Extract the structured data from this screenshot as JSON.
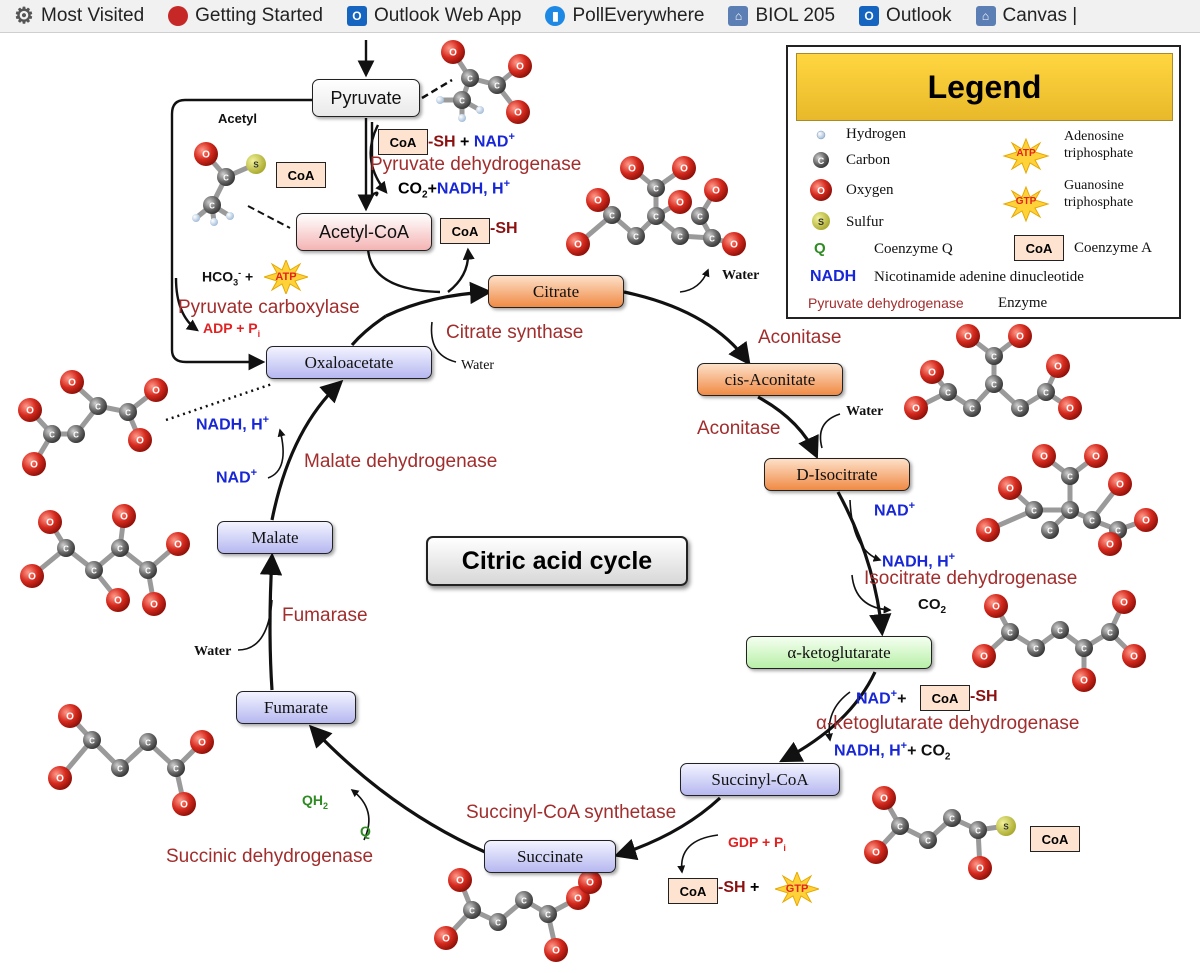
{
  "bookmarks": [
    {
      "label": "Most Visited",
      "icon": "gear-icon"
    },
    {
      "label": "Getting Started",
      "icon": "firefox-icon"
    },
    {
      "label": "Outlook Web App",
      "icon": "outlook-icon"
    },
    {
      "label": "PollEverywhere",
      "icon": "polleverywhere-icon"
    },
    {
      "label": "BIOL 205",
      "icon": "institution-icon"
    },
    {
      "label": "Outlook",
      "icon": "outlook-icon"
    },
    {
      "label": "Canvas |",
      "icon": "institution-icon"
    }
  ],
  "diagram": {
    "title": "Citric acid cycle",
    "intermediates": {
      "pyruvate": "Pyruvate",
      "acetyl_coa": "Acetyl-CoA",
      "citrate": "Citrate",
      "cis_aconitate": "cis-Aconitate",
      "isocitrate": "D-Isocitrate",
      "ketoglutarate": "α-ketoglutarate",
      "succinyl_coa": "Succinyl-CoA",
      "succinate": "Succinate",
      "fumarate": "Fumarate",
      "malate": "Malate",
      "oxaloacetate": "Oxaloacetate"
    },
    "enzymes": {
      "pdh": "Pyruvate dehydrogenase",
      "pc": "Pyruvate carboxylase",
      "cs": "Citrate synthase",
      "aco1": "Aconitase",
      "aco2": "Aconitase",
      "idh": "Isocitrate dehydrogenase",
      "kgdh": "α-ketoglutarate dehydrogenase",
      "scs": "Succinyl-CoA synthetase",
      "sdh": "Succinic dehydrogenase",
      "fum": "Fumarase",
      "mdh": "Malate dehydrogenase"
    },
    "labels": {
      "acetyl": "Acetyl",
      "coa": "CoA",
      "sh": "-SH",
      "plus": "+",
      "nad": "NAD",
      "sup_plus": "+",
      "co2": "CO",
      "sub2": "2",
      "nadh_h": "NADH, H",
      "hco": "HCO",
      "sub3": "3",
      "sup_minus": "-",
      "atp": "ATP",
      "gtp": "GTP",
      "adp_p": "ADP + P",
      "gdp_p": "GDP + P",
      "sub_i": "i",
      "water": "Water",
      "q": "Q",
      "qh": "QH",
      "carbon": "C",
      "oxygen": "O",
      "sulfur": "S"
    }
  },
  "legend": {
    "title": "Legend",
    "hydrogen": "Hydrogen",
    "carbon": "Carbon",
    "oxygen": "Oxygen",
    "sulfur": "Sulfur",
    "coq_symbol": "Q",
    "coq": "Coenzyme Q",
    "nadh_symbol": "NADH",
    "nadh": "Nicotinamide adenine dinucleotide",
    "enzyme_example": "Pyruvate dehydrogenase",
    "enzyme": "Enzyme",
    "atp_l1": "Adenosine",
    "atp_l2": "triphosphate",
    "gtp_l1": "Guanosine",
    "gtp_l2": "triphosphate",
    "coa": "CoA",
    "coa_name": "Coenzyme A"
  },
  "colors": {
    "enzyme": "#a12d2d",
    "nad": "#1726d6",
    "atp": "#e02222",
    "q": "#2e8b22",
    "oxygen": "#d32020",
    "carbon": "#6b6b6b",
    "legend_header": "#f5c932"
  }
}
